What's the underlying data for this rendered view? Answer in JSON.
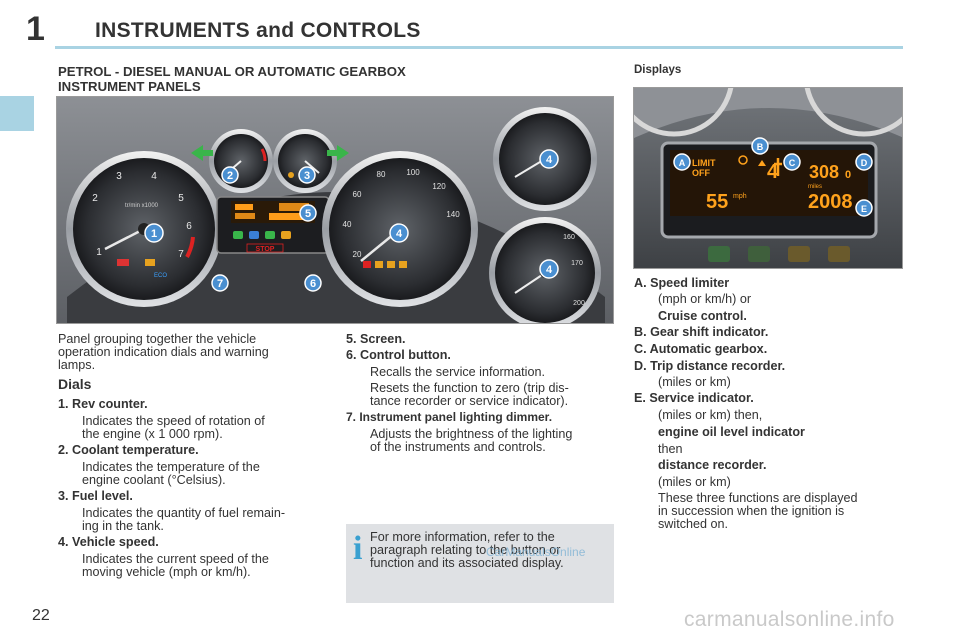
{
  "header": {
    "chapter_number": "1",
    "chapter_title": "INSTRUMENTS and CONTROLS"
  },
  "section": {
    "title_line1": "PETROL - DIESEL MANUAL OR AUTOMATIC GEARBOX",
    "title_line2": "INSTRUMENT PANELS",
    "displays_title": "Displays"
  },
  "figure": {
    "callouts": [
      "1",
      "2",
      "3",
      "4",
      "5",
      "6",
      "7"
    ],
    "rev_gauge_numbers": [
      "1",
      "2",
      "3",
      "4",
      "5",
      "6",
      "7"
    ],
    "rev_gauge_unit": "tr/min x1000",
    "speed_labels": [
      "20",
      "40",
      "60",
      "80",
      "100",
      "120",
      "140",
      "160",
      "170",
      "200"
    ],
    "stop_label": "STOP",
    "eco_label": "ECO"
  },
  "display_figure": {
    "callouts": [
      "A",
      "B",
      "C",
      "D",
      "E"
    ],
    "limit_line1": "LIMIT",
    "limit_line2": "OFF",
    "speed_value": "55",
    "speed_unit": "mph",
    "gear_value": "4",
    "trip_value": "308",
    "trip_decimal": "0",
    "miles_label": "miles",
    "odometer_value": "2008"
  },
  "left_column": {
    "intro_line1": "Panel grouping together the vehicle",
    "intro_line2": "operation indication dials and warning",
    "intro_line3": "lamps.",
    "dials_heading": "Dials",
    "item1_title": "1.   Rev counter.",
    "item1_line1": "Indicates the speed of rotation of",
    "item1_line2": "the engine (x 1 000 rpm).",
    "item2_title": "2.   Coolant temperature.",
    "item2_line1": "Indicates the temperature of the",
    "item2_line2": "engine coolant (°Celsius).",
    "item3_title": "3.   Fuel level.",
    "item3_line1": "Indicates the quantity of fuel remain-",
    "item3_line2": "ing in the tank.",
    "item4_title": "4.   Vehicle speed.",
    "item4_line1": "Indicates the current speed of the",
    "item4_line2": "moving vehicle (mph or km/h)."
  },
  "middle_column": {
    "item5_title": "5.   Screen.",
    "item6_title": "6.   Control button.",
    "item6_line1": "Recalls the service information.",
    "item6_line2": "Resets the function to zero (trip dis-",
    "item6_line3": "tance recorder or service indicator).",
    "item7_title": "7.   Instrument panel lighting dimmer.",
    "item7_line1": "Adjusts the brightness of the lighting",
    "item7_line2": "of the instruments and controls."
  },
  "info_box": {
    "icon": "i",
    "line1": "For more information, refer to the",
    "line2": "paragraph relating to the button or",
    "line3": "function and its associated display.",
    "watermark": "CarManualsOnline"
  },
  "right_column": {
    "a_title": "A.   Speed limiter",
    "a_line1": "(mph or km/h) or",
    "a_line2": "Cruise control.",
    "b_title": "B.   Gear shift indicator.",
    "c_title": "C.   Automatic gearbox.",
    "d_title": "D.   Trip distance recorder.",
    "d_line1": "(miles or km)",
    "e_title": "E.   Service indicator.",
    "e_line1": "(miles or km) then,",
    "e_line2": "engine oil level indicator",
    "e_line3": "then",
    "e_line4": "distance recorder.",
    "e_line5": "(miles or km)",
    "e_line6": "These three functions are displayed",
    "e_line7": "in succession when the ignition is",
    "e_line8": "switched on."
  },
  "footer": {
    "page_number": "22",
    "watermark": "carmanualsonline.info"
  },
  "colors": {
    "accent_blue": "#a9d3e3",
    "callout_blue": "#4a8fd0",
    "display_amber": "#ffa21c",
    "info_icon": "#3aa0d0"
  }
}
